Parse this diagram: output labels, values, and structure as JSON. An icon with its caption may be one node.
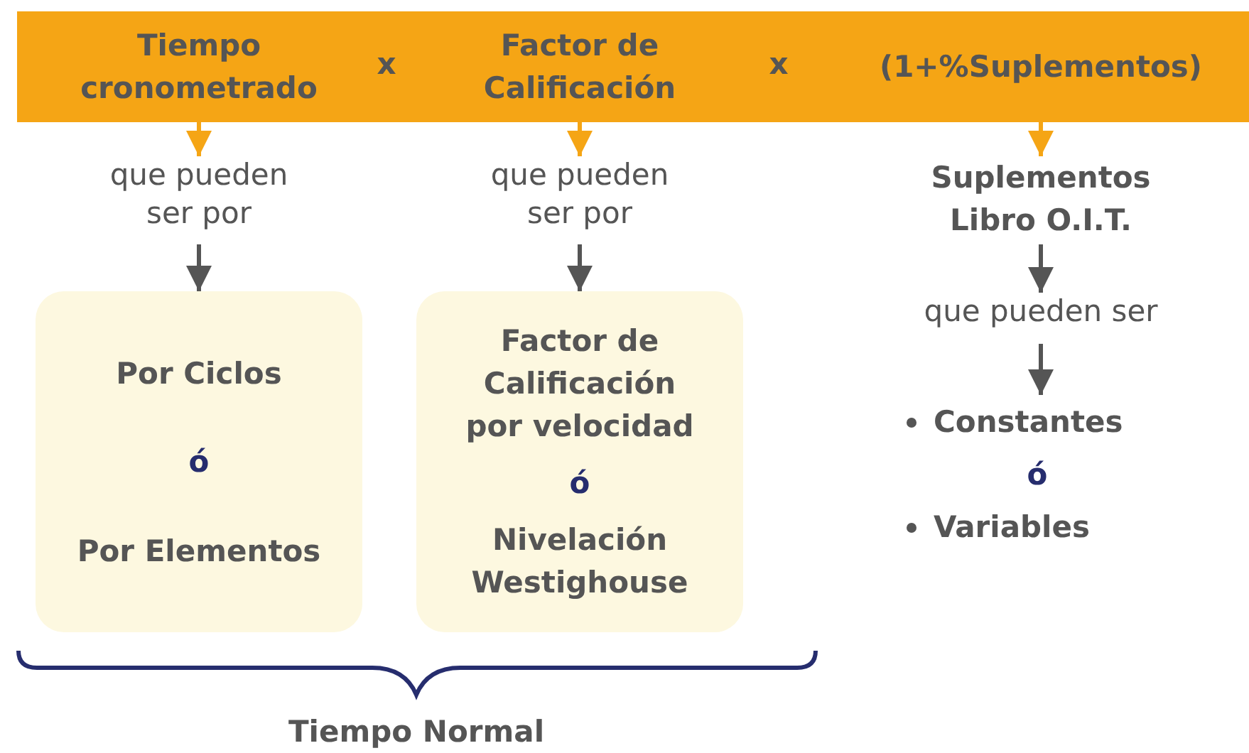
{
  "diagram": {
    "nodes": [
      {
        "text": [],
        "shape": "bar"
      },
      {
        "text": [
          "Tiempo cronometrado"
        ],
        "in": 0
      },
      {
        "text": [
          "Factor de Calificación"
        ],
        "in": 0
      },
      {
        "text": [
          "(1+%Suplementos)"
        ],
        "in": 0
      },
      {
        "text": [
          "que pueden ser por"
        ]
      },
      {
        "text": [
          "que pueden ser por"
        ]
      },
      {
        "text": [
          "Suplementos Libro O.I.T."
        ]
      },
      {
        "text": [
          "Por Ciclos",
          "ó",
          "Por Elementos"
        ]
      },
      {
        "text": [
          "Factor de Calificación por velocidad",
          "ó",
          "Nivelación Westighouse"
        ]
      },
      {
        "text": [
          "que pueden ser"
        ]
      },
      {
        "text": [
          "Constantes",
          "ó",
          "Variables"
        ]
      }
    ],
    "edges": [
      {
        "from": 1,
        "to": 4,
        "arrow": "to",
        "color": "#f5a515"
      },
      {
        "from": 2,
        "to": 5,
        "arrow": "to",
        "color": "#f5a515"
      },
      {
        "from": 3,
        "to": 6,
        "arrow": "to",
        "color": "#f5a515"
      },
      {
        "from": 4,
        "to": 7,
        "arrow": "to"
      },
      {
        "from": 5,
        "to": 8,
        "arrow": "to"
      },
      {
        "from": 6,
        "to": 9,
        "arrow": "to"
      },
      {
        "from": 9,
        "to": 10,
        "arrow": "to"
      }
    ],
    "labels": [
      "x",
      "x",
      "Tiempo Normal"
    ]
  }
}
